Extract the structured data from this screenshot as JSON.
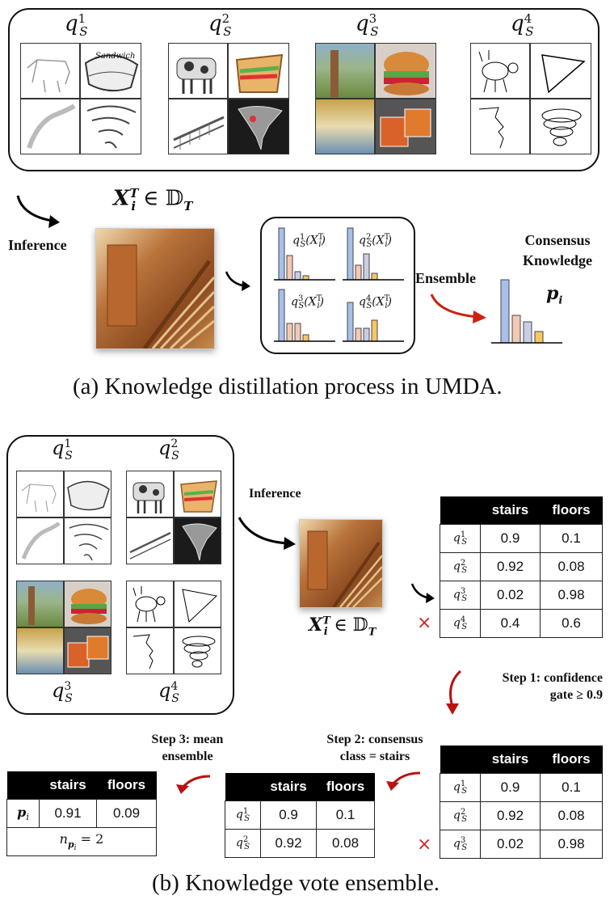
{
  "panel_a": {
    "source_labels": [
      "q",
      "q",
      "q",
      "q"
    ],
    "source_sup": [
      "1",
      "2",
      "3",
      "4"
    ],
    "source_sub": [
      "S",
      "S",
      "S",
      "S"
    ],
    "target_label": "X",
    "target_sup": "T",
    "target_sub": "i",
    "target_set": "∈ 𝔻",
    "target_set_sub": "T",
    "inference_label": "Inference",
    "ensemble_label": "Ensemble",
    "consensus_line1": "Consensus",
    "consensus_line2": "Knowledge",
    "consensus_symbol": "p",
    "consensus_sub": "i",
    "mini_chart_labels": [
      "q",
      "q",
      "q",
      "q"
    ],
    "mini_chart_arg": "(X",
    "mini_chart_arg_sup": "T",
    "mini_chart_arg_sub": "i",
    "mini_chart_arg_close": ")",
    "sketch_text": "Sandwich",
    "caption": "(a)  Knowledge distillation process in UMDA."
  },
  "panel_b": {
    "inference_label": "Inference",
    "step1_line1": "Step 1: confidence",
    "step1_line2": "gate ≥ 0.9",
    "step2_line1": "Step 2: consensus",
    "step2_line2": "class = stairs",
    "step3_line1": "Step 3: mean",
    "step3_line2": "ensemble",
    "col_stairs": "stairs",
    "col_floors": "floors",
    "table1_rows": [
      {
        "src": "1",
        "stairs": "0.9",
        "floors": "0.1"
      },
      {
        "src": "2",
        "stairs": "0.92",
        "floors": "0.08"
      },
      {
        "src": "3",
        "stairs": "0.02",
        "floors": "0.98"
      },
      {
        "src": "4",
        "stairs": "0.4",
        "floors": "0.6"
      }
    ],
    "table2_rows": [
      {
        "src": "1",
        "stairs": "0.9",
        "floors": "0.1"
      },
      {
        "src": "2",
        "stairs": "0.92",
        "floors": "0.08"
      },
      {
        "src": "3",
        "stairs": "0.02",
        "floors": "0.98"
      }
    ],
    "table3_rows": [
      {
        "src": "1",
        "stairs": "0.9",
        "floors": "0.1"
      },
      {
        "src": "2",
        "stairs": "0.92",
        "floors": "0.08"
      }
    ],
    "result_label": "p",
    "result_sub": "i",
    "result_stairs": "0.91",
    "result_floors": "0.09",
    "count_text": "n",
    "count_sub": "p",
    "count_sub2": "i",
    "count_value": "= 2",
    "reject_mark": "×",
    "caption": "(b)  Knowledge vote ensemble."
  }
}
